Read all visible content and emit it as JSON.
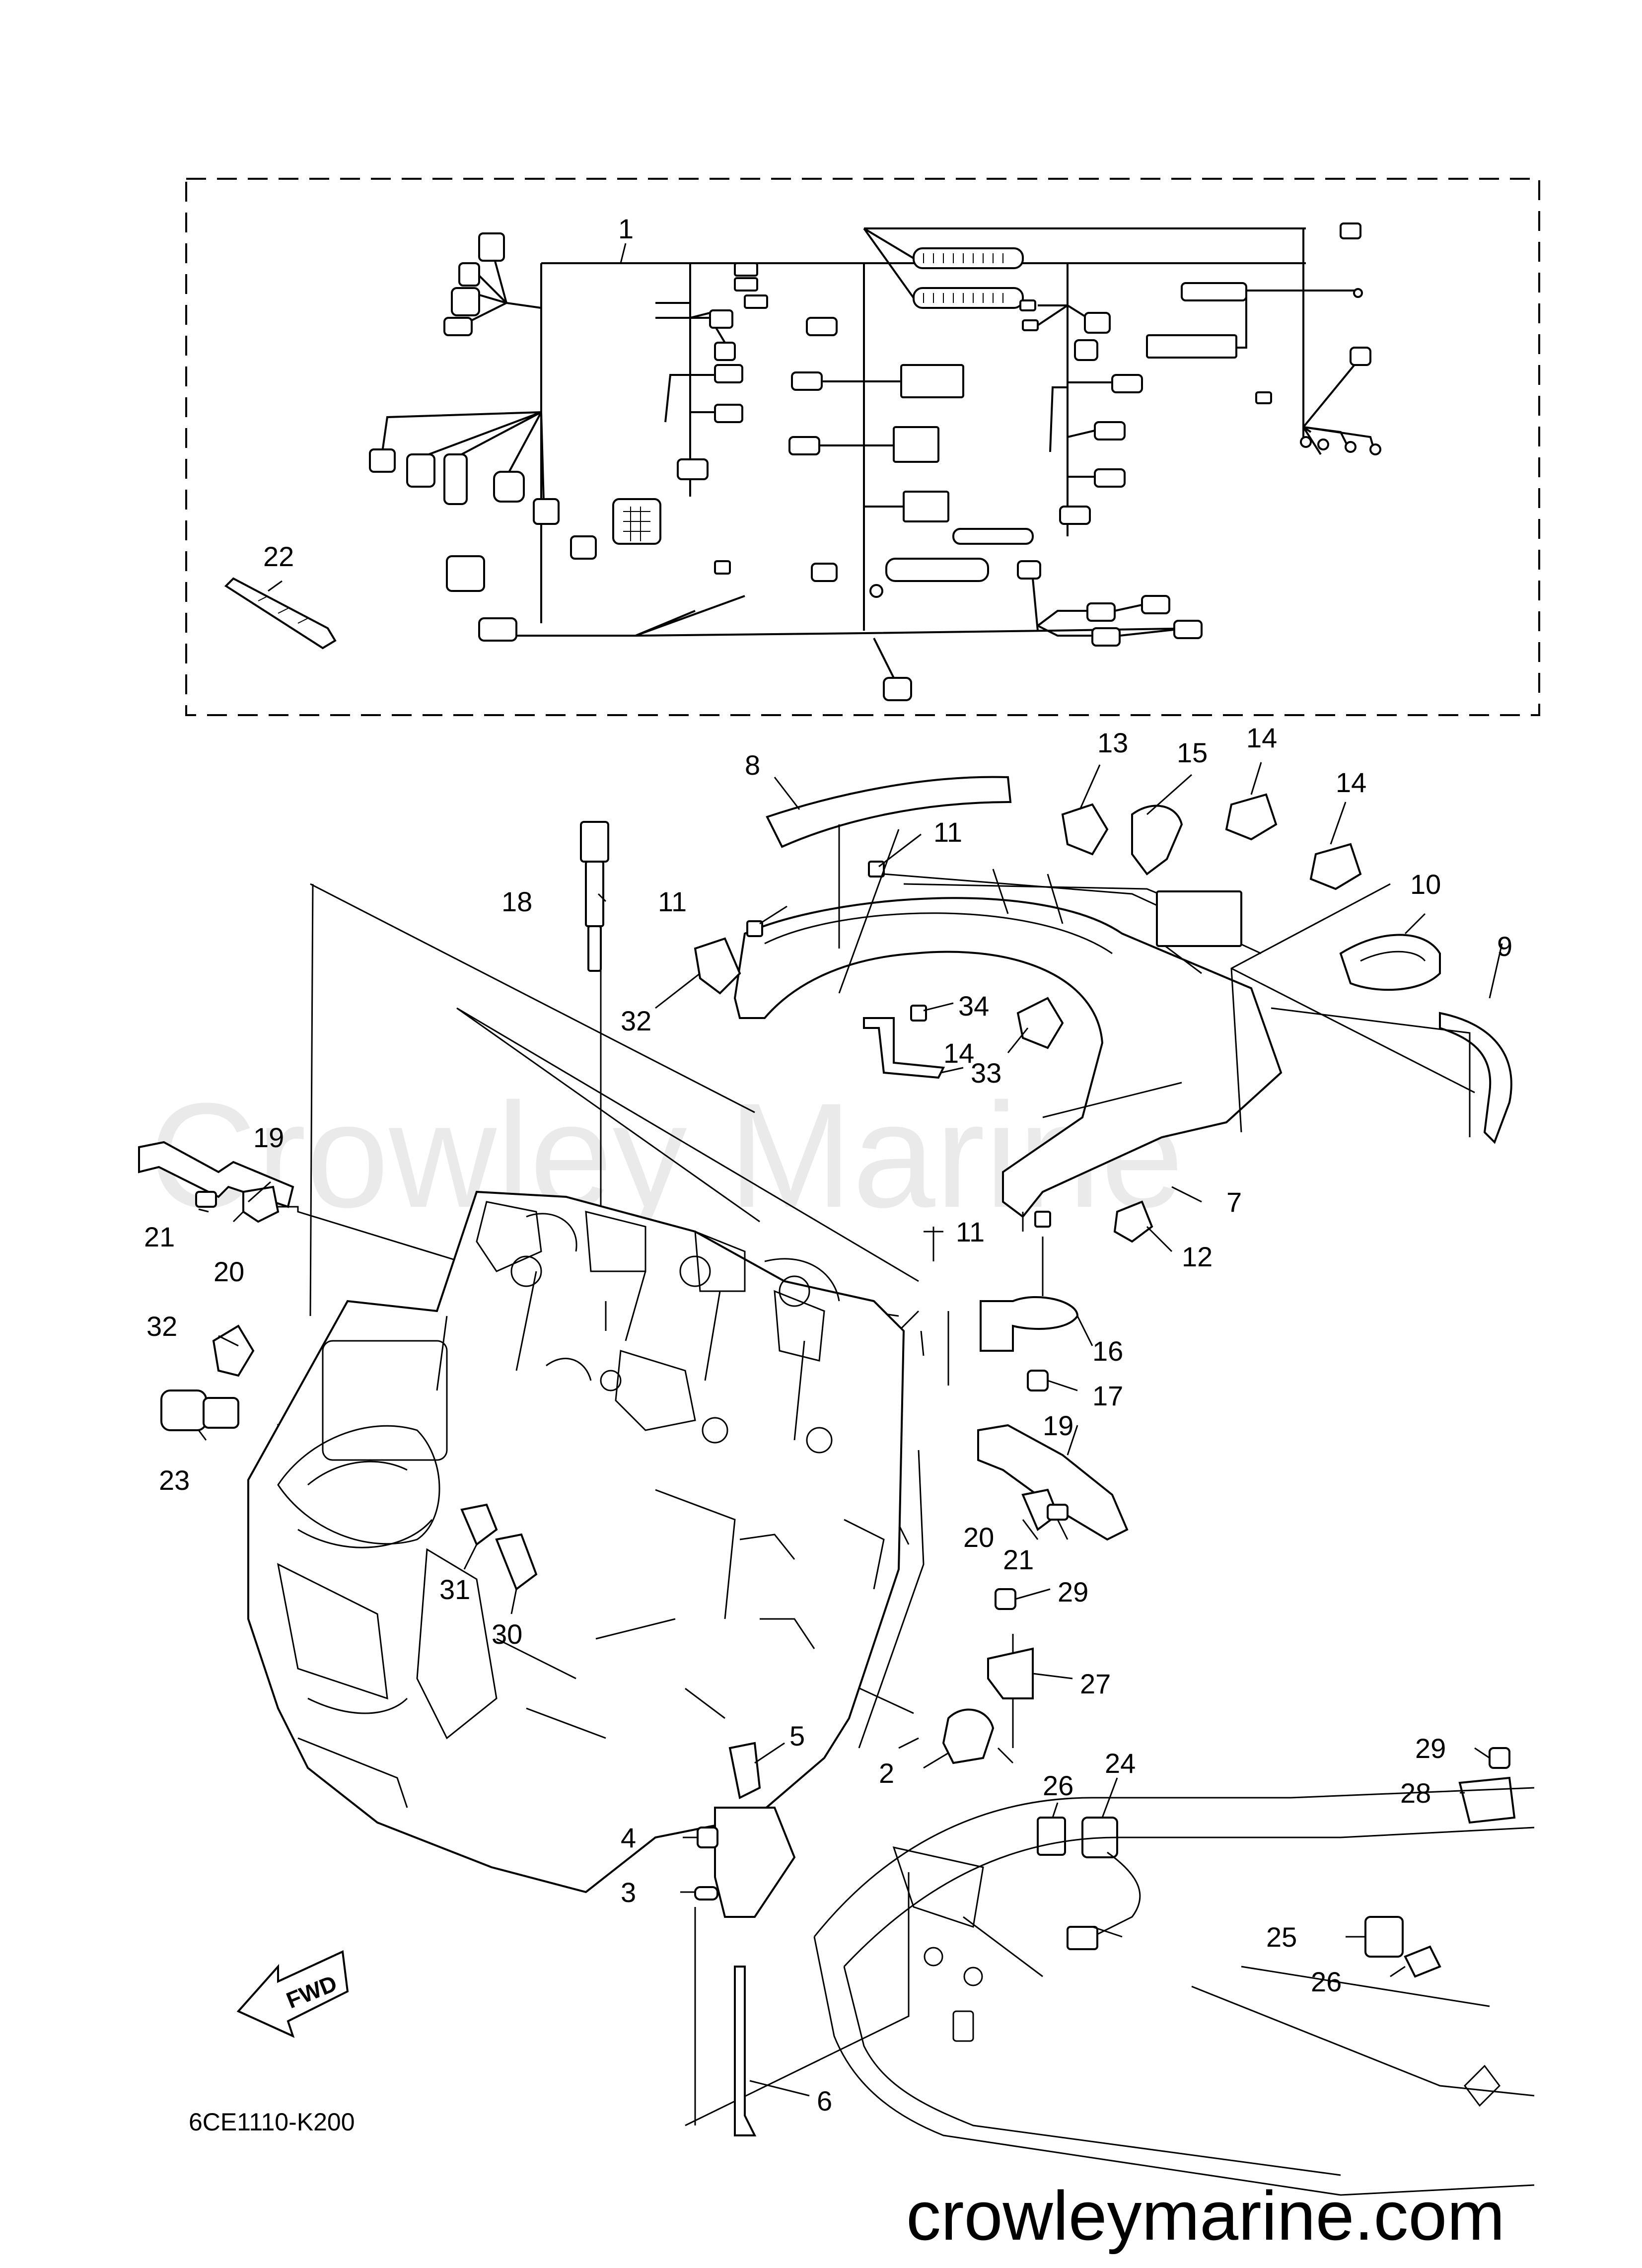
{
  "watermark": "Crowley Marine",
  "footer_url": "crowleymarine.com",
  "diagram_code": "6CE1110-K200",
  "fwd_label": "FWD",
  "callouts": [
    {
      "id": "c1",
      "text": "1"
    },
    {
      "id": "c22",
      "text": "22"
    },
    {
      "id": "c8",
      "text": "8"
    },
    {
      "id": "c13",
      "text": "13"
    },
    {
      "id": "c15",
      "text": "15"
    },
    {
      "id": "c14a",
      "text": "14"
    },
    {
      "id": "c14b",
      "text": "14"
    },
    {
      "id": "c11a",
      "text": "11"
    },
    {
      "id": "c11b",
      "text": "11"
    },
    {
      "id": "c18",
      "text": "18"
    },
    {
      "id": "c10",
      "text": "10"
    },
    {
      "id": "c9",
      "text": "9"
    },
    {
      "id": "c32a",
      "text": "32"
    },
    {
      "id": "c34",
      "text": "34"
    },
    {
      "id": "c14c",
      "text": "14"
    },
    {
      "id": "c33",
      "text": "33"
    },
    {
      "id": "c19a",
      "text": "19"
    },
    {
      "id": "c11c",
      "text": "11"
    },
    {
      "id": "c7",
      "text": "7"
    },
    {
      "id": "c21a",
      "text": "21"
    },
    {
      "id": "c20a",
      "text": "20"
    },
    {
      "id": "c12",
      "text": "12"
    },
    {
      "id": "c32b",
      "text": "32"
    },
    {
      "id": "c16",
      "text": "16"
    },
    {
      "id": "c17",
      "text": "17"
    },
    {
      "id": "c23",
      "text": "23"
    },
    {
      "id": "c19b",
      "text": "19"
    },
    {
      "id": "c20b",
      "text": "20"
    },
    {
      "id": "c21b",
      "text": "21"
    },
    {
      "id": "c31",
      "text": "31"
    },
    {
      "id": "c29a",
      "text": "29"
    },
    {
      "id": "c30",
      "text": "30"
    },
    {
      "id": "c27",
      "text": "27"
    },
    {
      "id": "c5",
      "text": "5"
    },
    {
      "id": "c2",
      "text": "2"
    },
    {
      "id": "c26a",
      "text": "26"
    },
    {
      "id": "c24",
      "text": "24"
    },
    {
      "id": "c4",
      "text": "4"
    },
    {
      "id": "c29b",
      "text": "29"
    },
    {
      "id": "c3",
      "text": "3"
    },
    {
      "id": "c28",
      "text": "28"
    },
    {
      "id": "c25",
      "text": "25"
    },
    {
      "id": "c26b",
      "text": "26"
    },
    {
      "id": "c6",
      "text": "6"
    }
  ]
}
